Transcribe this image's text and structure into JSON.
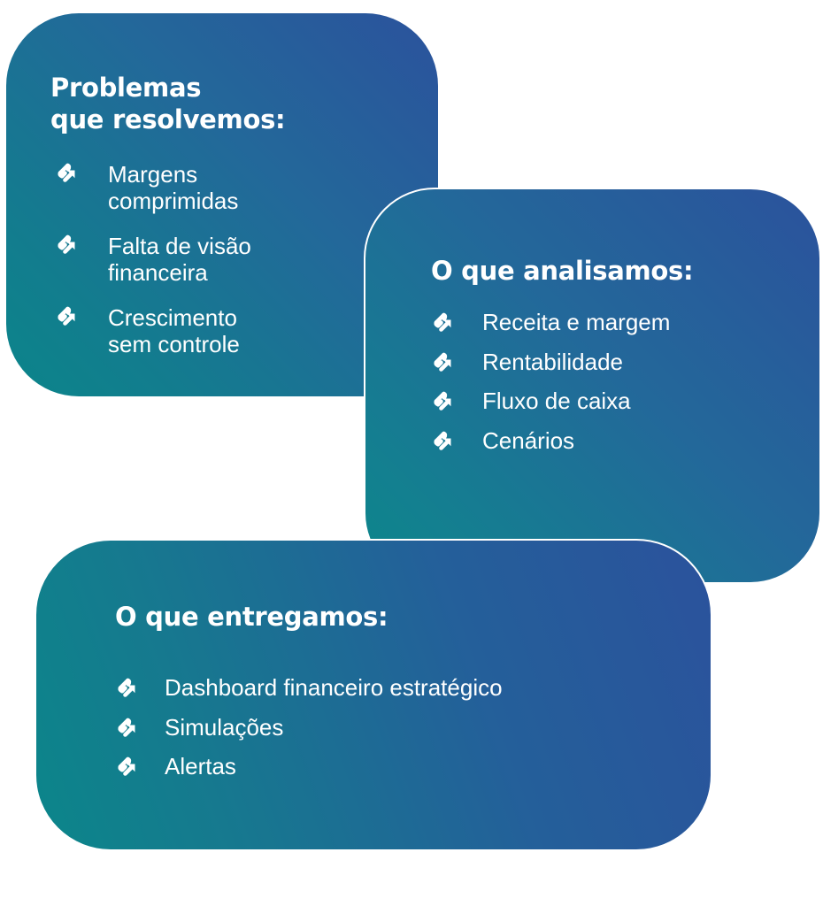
{
  "colors": {
    "gradient_start": "#0b858a",
    "gradient_end": "#2b529c",
    "text": "#ffffff",
    "background": "#ffffff"
  },
  "icon": "logo-arrow-icon",
  "cards": [
    {
      "title_line1": "Problemas",
      "title_line2": "que resolvemos:",
      "items": [
        {
          "line1": "Margens",
          "line2": "comprimidas"
        },
        {
          "line1": "Falta de visão",
          "line2": "financeira"
        },
        {
          "line1": "Crescimento",
          "line2": "sem controle"
        }
      ]
    },
    {
      "title": "O que analisamos:",
      "items": [
        {
          "label": "Receita e margem"
        },
        {
          "label": "Rentabilidade"
        },
        {
          "label": "Fluxo de caixa"
        },
        {
          "label": "Cenários"
        }
      ]
    },
    {
      "title": "O que entregamos:",
      "items": [
        {
          "label": "Dashboard financeiro estratégico"
        },
        {
          "label": "Simulações"
        },
        {
          "label": "Alertas"
        }
      ]
    }
  ]
}
